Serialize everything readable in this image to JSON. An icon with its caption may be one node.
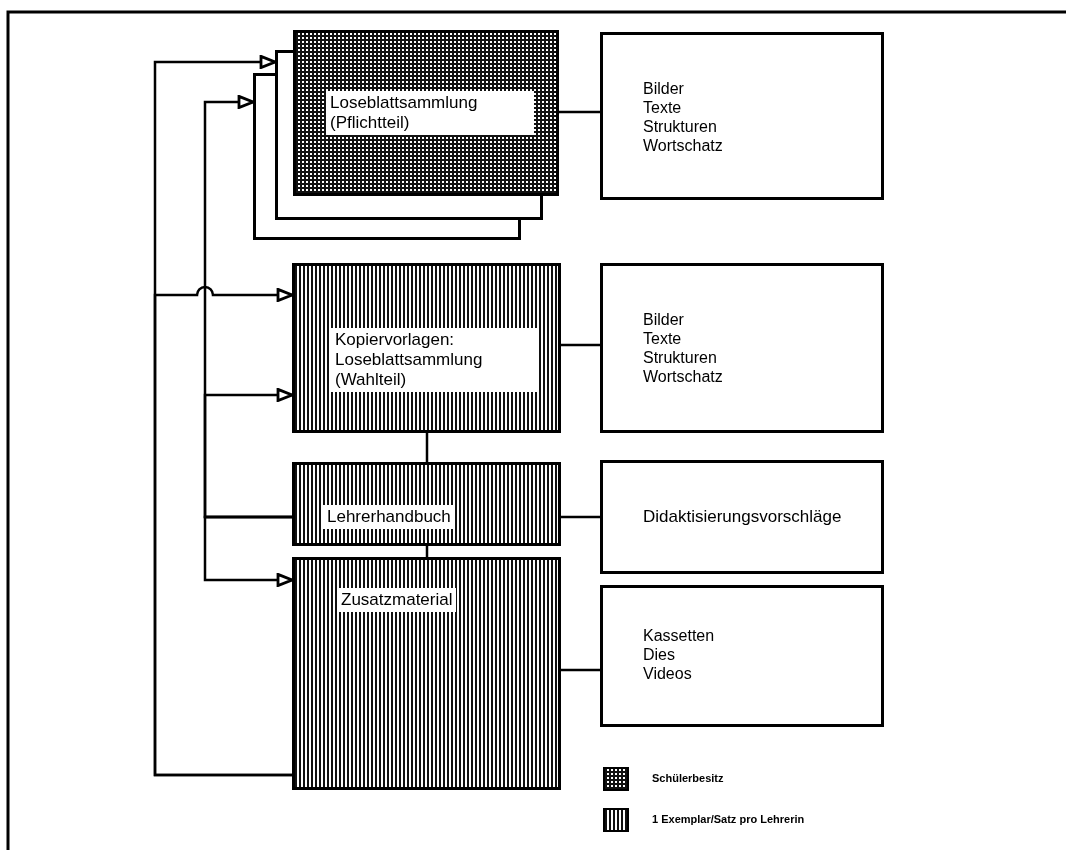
{
  "diagram": {
    "nodes": [
      {
        "text": [
          "Loseblattsammlung (Pflichtteil)"
        ]
      },
      {
        "text": [],
        "shape": "box"
      },
      {
        "text": [],
        "shape": "box"
      },
      {
        "text": [
          "Bilder",
          "Texte",
          "Strukturen",
          "Wortschatz"
        ]
      },
      {
        "text": [
          "Kopiervorlagen: Loseblattsammlung (Wahlteil)"
        ]
      },
      {
        "text": [
          "Bilder",
          "Texte",
          "Strukturen",
          "Wortschatz"
        ]
      },
      {
        "text": [
          "Lehrerhandbuch"
        ]
      },
      {
        "text": [
          "Didaktisierungsvorschläge"
        ]
      },
      {
        "text": [
          "Zusatzmaterial"
        ]
      },
      {
        "text": [
          "Kassetten",
          "Dies",
          "Videos"
        ]
      }
    ],
    "edges": [
      {
        "from": 8,
        "to": 1,
        "arrow": "to"
      },
      {
        "from": 8,
        "to": 4,
        "arrow": "to"
      },
      {
        "from": 6,
        "to": 2,
        "arrow": "to"
      },
      {
        "from": 6,
        "to": 4,
        "arrow": "to"
      },
      {
        "from": 6,
        "to": 8,
        "arrow": "to"
      },
      {
        "from": 0,
        "to": 3,
        "arrow": "none"
      },
      {
        "from": 4,
        "to": 5,
        "arrow": "none"
      },
      {
        "from": 6,
        "to": 7,
        "arrow": "none"
      },
      {
        "from": 8,
        "to": 9,
        "arrow": "none"
      },
      {
        "from": 4,
        "to": 6,
        "arrow": "none"
      },
      {
        "from": 6,
        "to": 8,
        "arrow": "none"
      }
    ],
    "legend": [
      {
        "text": "Schülerbesitz"
      },
      {
        "text": "1 Exemplar/Satz pro Lehrerin"
      }
    ]
  }
}
